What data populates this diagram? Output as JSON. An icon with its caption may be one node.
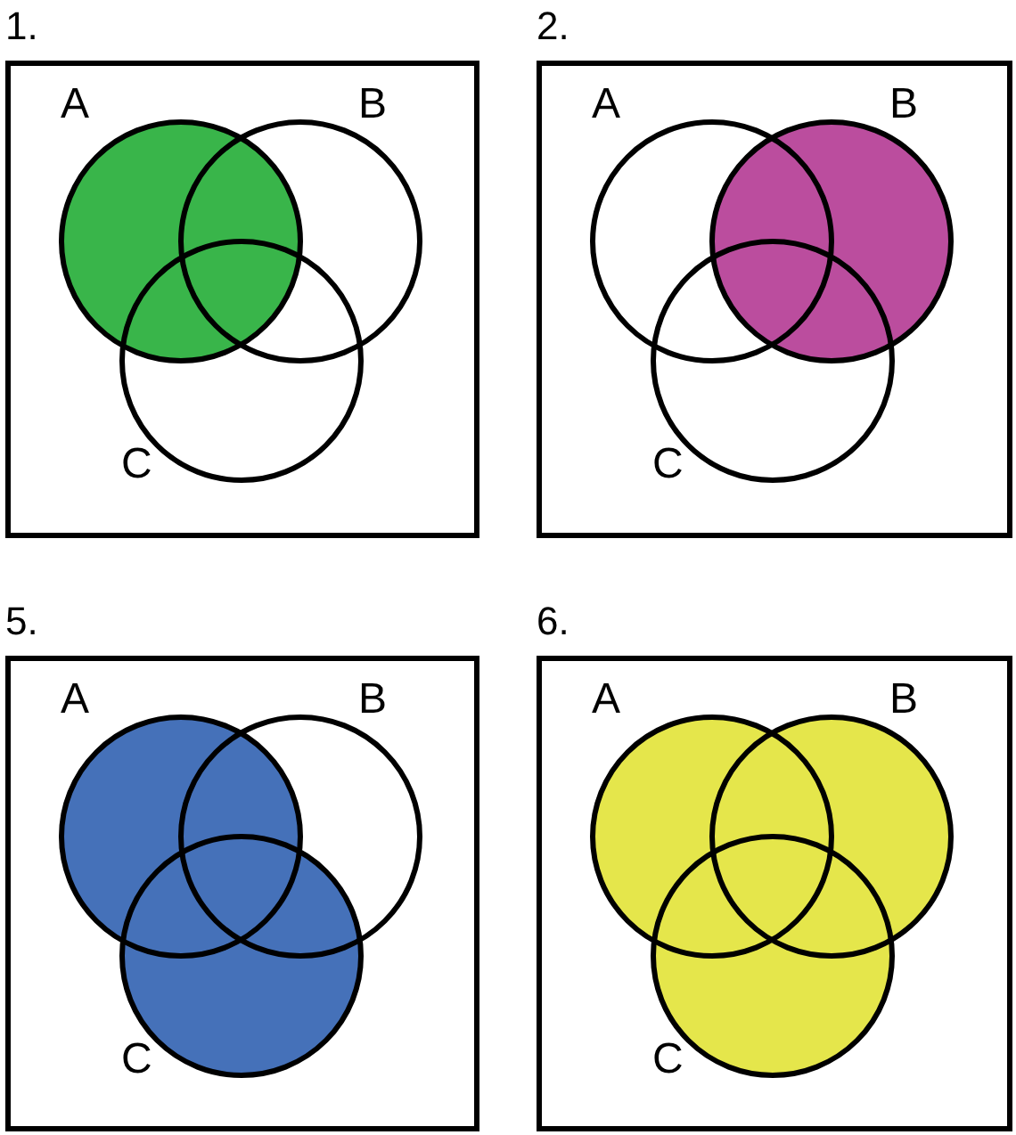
{
  "diagram": {
    "nodes": [
      {
        "text": [
          "1."
        ]
      },
      {
        "text": [
          "A"
        ],
        "in": 0
      },
      {
        "text": [
          "B"
        ],
        "in": 0
      },
      {
        "text": [
          "C"
        ],
        "in": 0
      },
      {
        "text": [
          "2."
        ]
      },
      {
        "text": [
          "A"
        ],
        "in": 4
      },
      {
        "text": [
          "B"
        ],
        "in": 4
      },
      {
        "text": [
          "C"
        ],
        "in": 4
      },
      {
        "text": [
          "5."
        ]
      },
      {
        "text": [
          "A"
        ],
        "in": 8
      },
      {
        "text": [
          "B"
        ],
        "in": 8
      },
      {
        "text": [
          "C"
        ],
        "in": 8
      },
      {
        "text": [
          "6."
        ]
      },
      {
        "text": [
          "A"
        ],
        "in": 12
      },
      {
        "text": [
          "B"
        ],
        "in": 12
      },
      {
        "text": [
          "C"
        ],
        "in": 12
      }
    ]
  }
}
